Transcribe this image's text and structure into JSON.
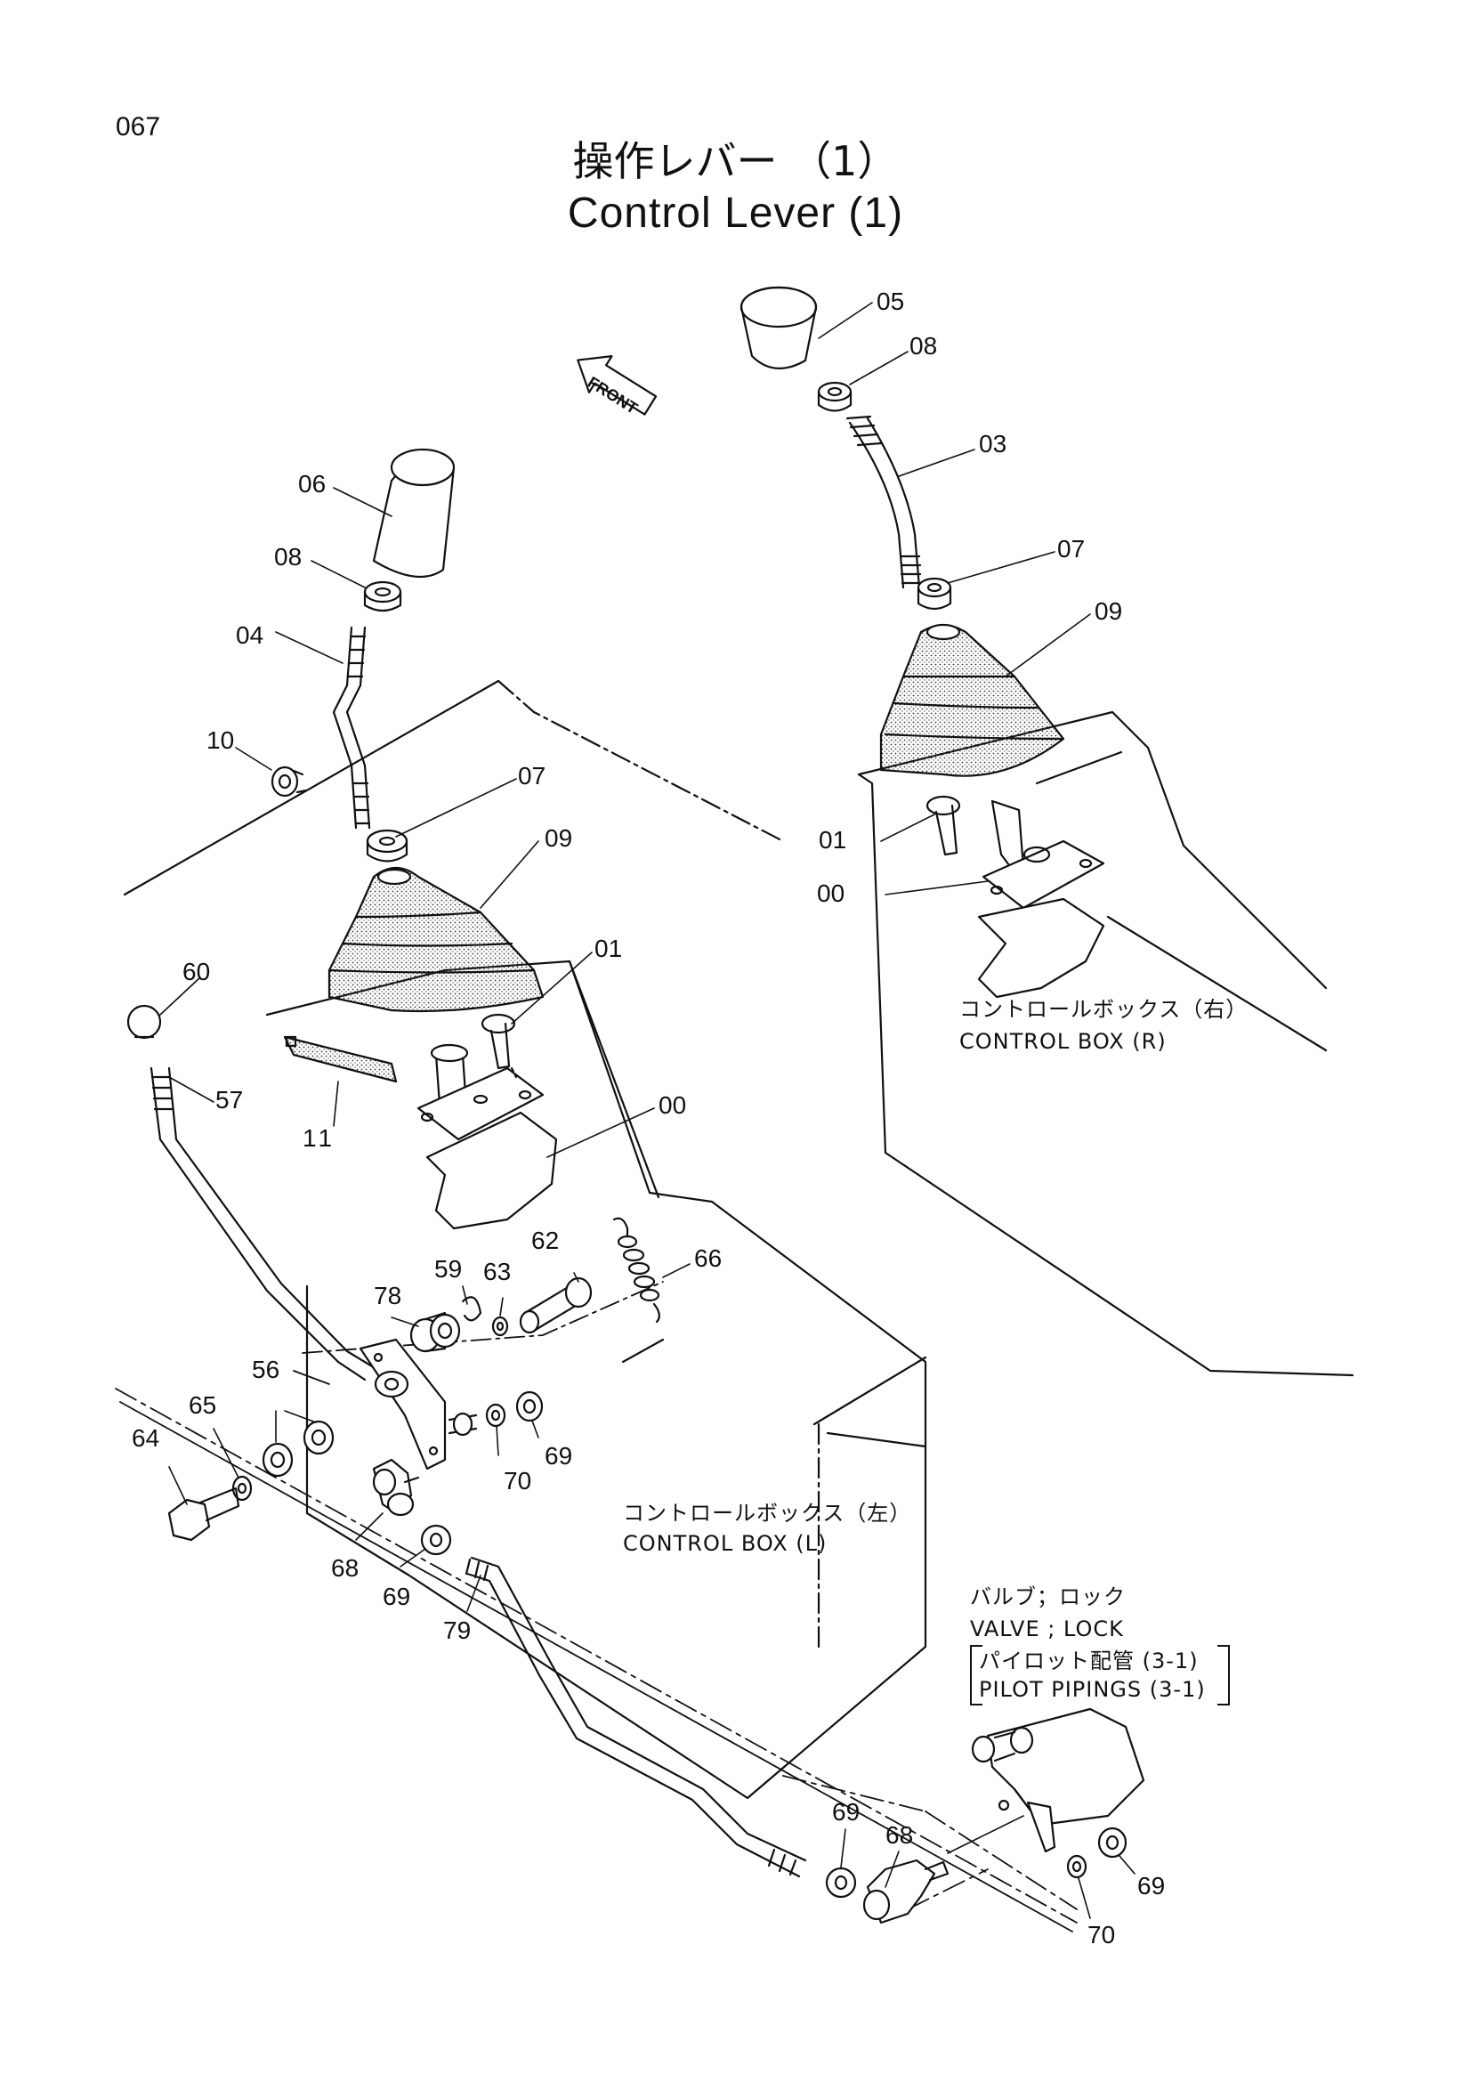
{
  "page_number": "067",
  "title": {
    "ja": "操作レバー （1）",
    "en": "Control Lever (1)"
  },
  "front_label": "FRONT",
  "notes": {
    "box_right_ja": "コントロールボックス（右）",
    "box_right_en": "CONTROL BOX (R)",
    "box_left_ja": "コントロールボックス（左）",
    "box_left_en": "CONTROL BOX (L)",
    "valve_ja": "バルブ；ロック",
    "valve_en": "VALVE ; LOCK",
    "pilot_ja": "パイロット配管 (3-1)",
    "pilot_en": "PILOT PIPINGS (3-1)"
  },
  "callouts": {
    "p05": "05",
    "p08a": "08",
    "p03": "03",
    "p07a": "07",
    "p09a": "09",
    "p01a": "01",
    "p00a": "00",
    "p06": "06",
    "p08b": "08",
    "p04": "04",
    "p10": "10",
    "p07b": "07",
    "p09b": "09",
    "p01b": "01",
    "p00b": "00",
    "p60": "60",
    "p57": "57",
    "p11": "11",
    "p62": "62",
    "p66": "66",
    "p59": "59",
    "p63": "63",
    "p78": "78",
    "p56": "56",
    "p65": "65",
    "p64": "64",
    "p69a": "69",
    "p70a": "70",
    "p68a": "68",
    "p69b": "69",
    "p79": "79",
    "p69c": "69",
    "p68b": "68",
    "p69d": "69",
    "p70b": "70"
  },
  "icons": [
    "front-arrow-icon"
  ]
}
